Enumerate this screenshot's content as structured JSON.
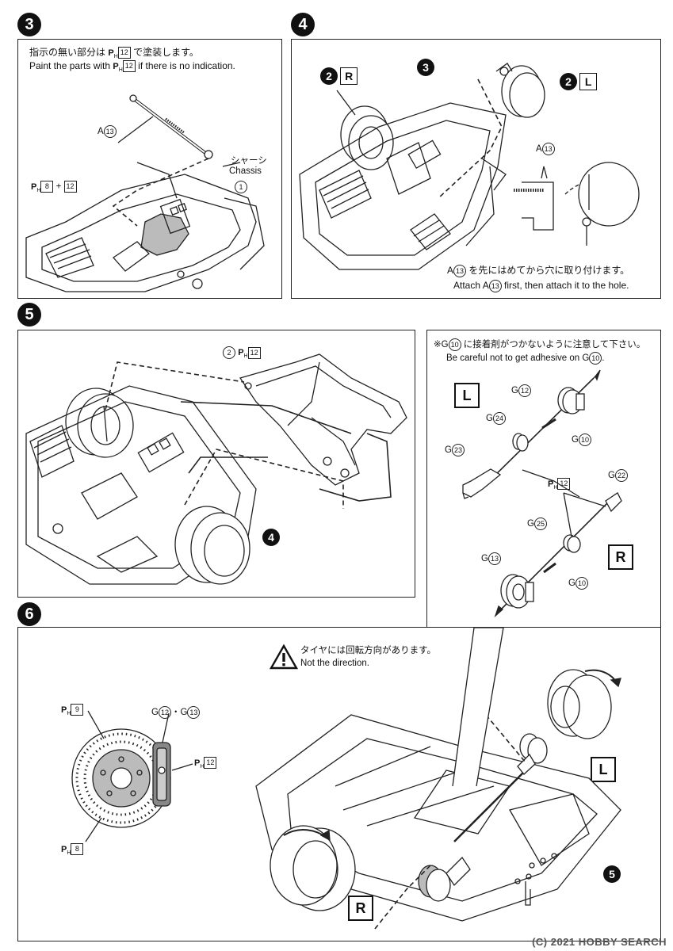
{
  "step3": {
    "number": "3",
    "note_jp": "指示の無い部分は",
    "note_jp_paint": "12",
    "note_jp_tail": "で塗装します。",
    "note_en_a": "Paint the parts with",
    "note_en_paint": "12",
    "note_en_b": "if there is no indication.",
    "part_a_prefix": "A",
    "part_a_num": "13",
    "chassis_jp": "シャーシ",
    "chassis_en": "Chassis",
    "chassis_num": "1",
    "paint_a": "8",
    "paint_plus": "+",
    "paint_b": "12"
  },
  "step4": {
    "number": "4",
    "wheel_r_num": "2",
    "wheel_r_side": "R",
    "wheel_l_num": "2",
    "wheel_l_side": "L",
    "chassis_num": "3",
    "part_a_prefix": "A",
    "part_a_num": "13",
    "note_part_prefix": "A",
    "note_part_num": "13",
    "note_jp": "を先にはめてから穴に取り付けます。",
    "note_en_a": "Attach A",
    "note_en_num1": "13",
    "note_en_b": "first, then attach it to the hole."
  },
  "step5": {
    "number": "5",
    "part_num": "2",
    "paint": "12",
    "sub_num": "4"
  },
  "gassembly": {
    "caution_jp_prefix": "※G",
    "caution_jp_num": "10",
    "caution_jp": "に接着剤がつかないように注意して下さい。",
    "caution_en": "Be careful not to get adhesive on G",
    "caution_en_num": "10",
    "caution_en_tail": ".",
    "side_l": "L",
    "side_r": "R",
    "g12": "12",
    "g24": "24",
    "g23": "23",
    "g10a": "10",
    "g22": "22",
    "g25": "25",
    "g13": "13",
    "g10b": "10",
    "paint": "12",
    "g_prefix": "G"
  },
  "step6": {
    "number": "6",
    "warn_jp": "タイヤには回転方向があります。",
    "warn_en": "Not the direction.",
    "disc_paint_top": "9",
    "disc_g_a": "12",
    "disc_sep": "・",
    "disc_g_b": "13",
    "disc_paint_right": "12",
    "disc_paint_bottom": "8",
    "side_l": "L",
    "side_r": "R",
    "sub_num": "5",
    "g_prefix": "G"
  },
  "watermark": "H O B B Y SEARCH",
  "watermark_logo": "(C) 2021 HOBBY SEARCH"
}
